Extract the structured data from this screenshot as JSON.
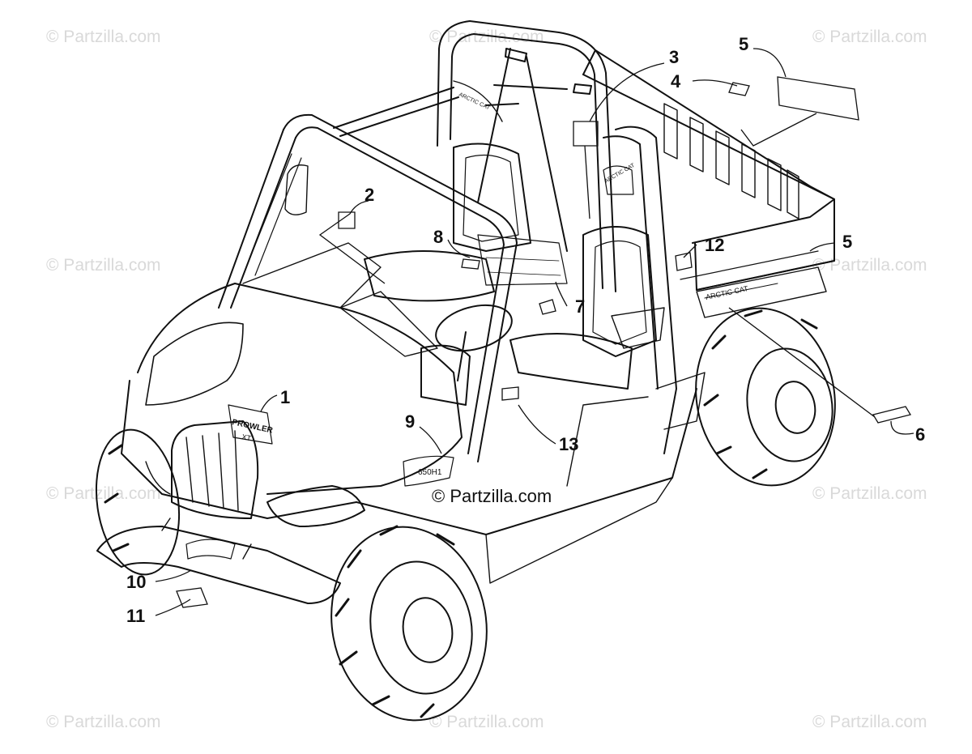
{
  "watermark": "© Partzilla.com",
  "center_watermark": "© Partzilla.com",
  "decal_text": {
    "hood_logo_line1": "PROWLER",
    "hood_logo_line2": "XT",
    "bed_logo": "ARCTIC CAT",
    "seat_logo": "ARCTIC CAT",
    "rollbar_logo": "ARCTIC CAT",
    "side_badge": "650H1"
  },
  "callouts": [
    "1",
    "2",
    "3",
    "4",
    "5",
    "5",
    "6",
    "7",
    "8",
    "9",
    "10",
    "11",
    "12",
    "13"
  ]
}
